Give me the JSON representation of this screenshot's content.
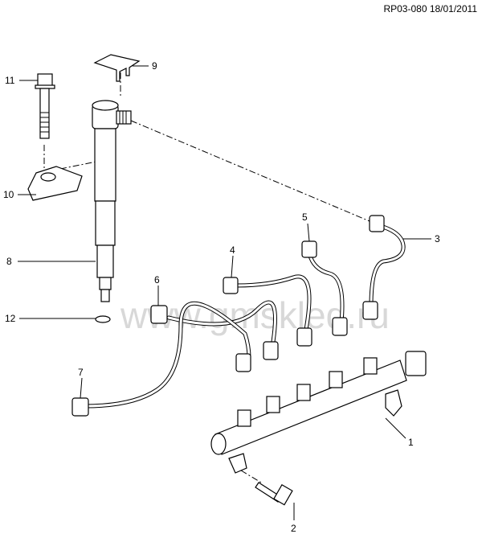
{
  "header": {
    "reference": "RP03-080 18/01/2011"
  },
  "watermark": "www.gmskled.ru",
  "callouts": {
    "c1": "1",
    "c2": "2",
    "c3": "3",
    "c4": "4",
    "c5": "5",
    "c6": "6",
    "c7": "7",
    "c8": "8",
    "c9": "9",
    "c10": "10",
    "c11": "11",
    "c12": "12"
  }
}
